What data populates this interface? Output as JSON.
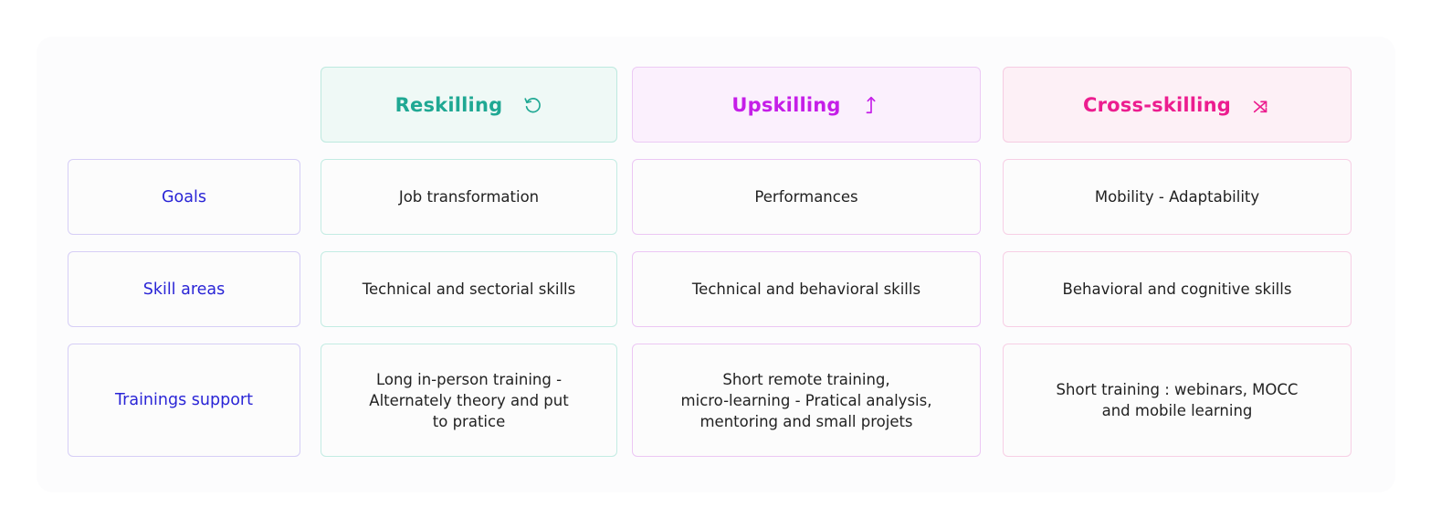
{
  "columns": [
    {
      "title": "Reskilling",
      "icon": "rotate-ccw-icon",
      "color": "#1fa893"
    },
    {
      "title": "Upskilling",
      "icon": "arrow-up-icon",
      "color": "#c51ee8"
    },
    {
      "title": "Cross-skilling",
      "icon": "shuffle-icon",
      "color": "#ec1d8f"
    }
  ],
  "rows": [
    {
      "label": "Goals",
      "cells": [
        "Job transformation",
        "Performances",
        "Mobility - Adaptability"
      ]
    },
    {
      "label": "Skill areas",
      "cells": [
        "Technical and sectorial skills",
        "Technical and behavioral skills",
        "Behavioral and cognitive skills"
      ]
    },
    {
      "label": "Trainings support",
      "cells": [
        "Long in-person training -\nAlternately theory and put\nto pratice",
        "Short remote training,\nmicro-learning - Pratical analysis,\nmentoring and small projets",
        "Short training : webinars, MOCC\nand mobile learning"
      ]
    }
  ],
  "row_label_color": "#2a25d6"
}
